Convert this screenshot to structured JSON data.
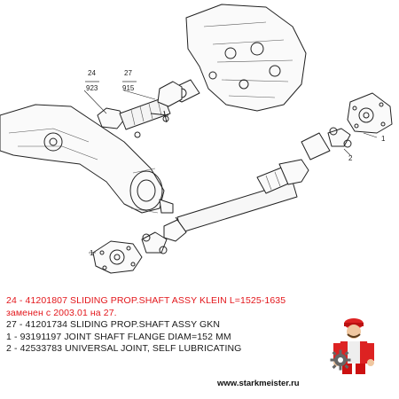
{
  "callouts": {
    "top_left_top": "24",
    "top_left_bottom": "923",
    "top_right_top": "27",
    "top_right_bottom": "915",
    "flange_right": "1",
    "joint_right": "2",
    "flange_left": "1"
  },
  "legend": {
    "line1": "24 - 41201807  SLIDING PROP.SHAFT ASSY KLEIN L=1525-1635",
    "line2": "заменен с 2003.01 на 27.",
    "line3": "27 - 41201734  SLIDING PROP.SHAFT ASSY GKN",
    "line4": "1 - 93191197  JOINT SHAFT FLANGE DIAM=152 MM",
    "line5": "2 - 42533783  UNIVERSAL JOINT, SELF LUBRICATING"
  },
  "watermark": {
    "site": "www.starkmeister.ru",
    "icon": "gear-icon",
    "mascot": "mechanic-mascot"
  },
  "colors": {
    "red_text": "#e3171c",
    "line_art": "#222222"
  }
}
